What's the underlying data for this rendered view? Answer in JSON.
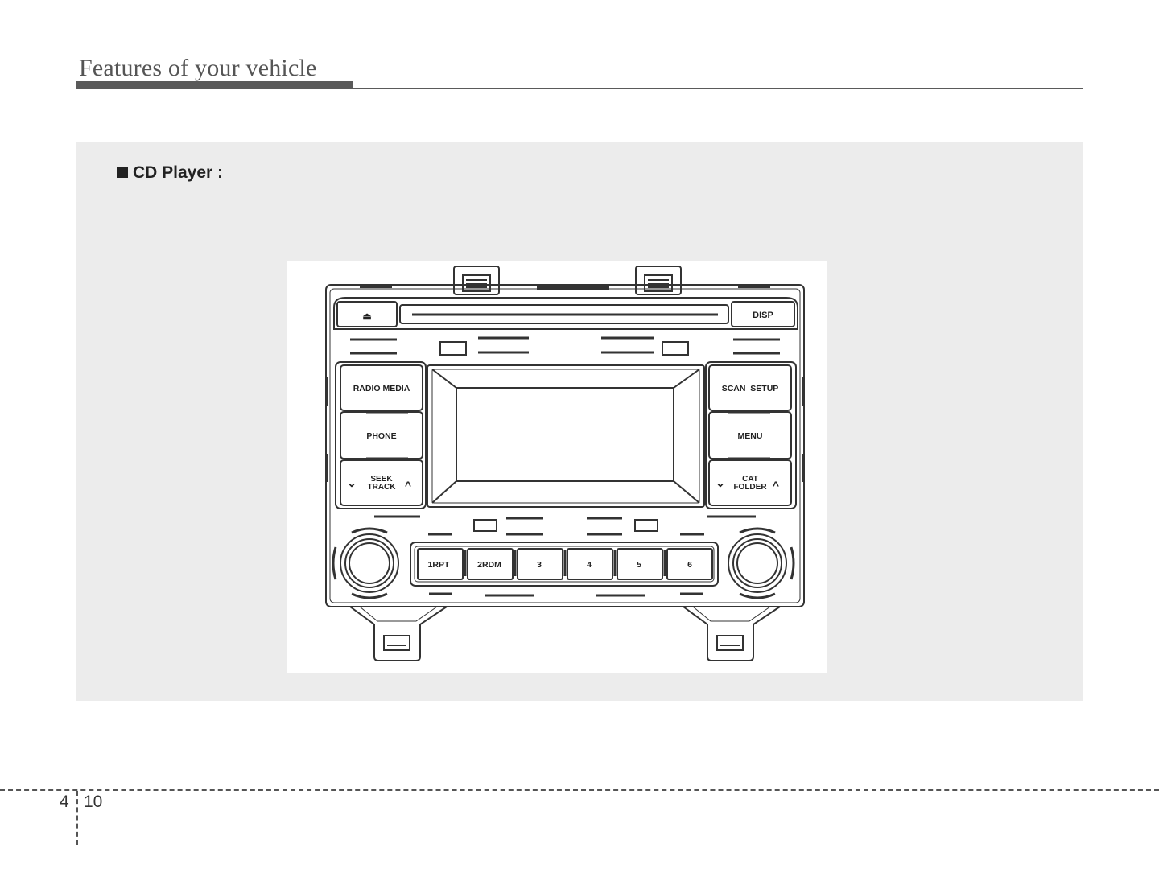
{
  "header": {
    "title": "Features of your vehicle"
  },
  "section": {
    "heading": "CD Player :"
  },
  "radio": {
    "eject_symbol": "⏏",
    "disp_label": "DISP",
    "left_buttons": {
      "radio_media": "RADIO MEDIA",
      "phone": "PHONE",
      "seek_line1": "SEEK",
      "seek_line2": "TRACK"
    },
    "right_buttons": {
      "scan_setup": "SCAN  SETUP",
      "menu": "MENU",
      "cat_line1": "CAT",
      "cat_line2": "FOLDER"
    },
    "presets": [
      "1RPT",
      "2RDM",
      "3",
      "4",
      "5",
      "6"
    ]
  },
  "footer": {
    "chapter": "4",
    "page": "10"
  }
}
